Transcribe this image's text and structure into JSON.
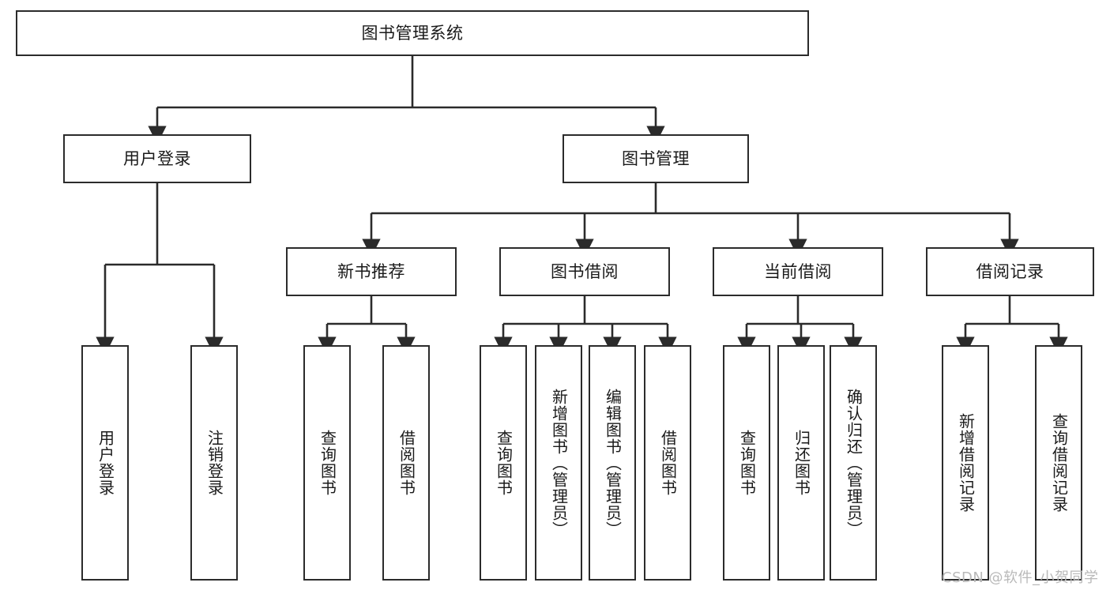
{
  "diagram": {
    "title": "图书管理系统",
    "watermark": "CSDN @软件_小贺同学",
    "stroke_color": "#2b2b2b",
    "fill_color": "#ffffff",
    "text_color": "#1a1a1a",
    "watermark_color": "#b9b9b9"
  },
  "nodes": {
    "root": {
      "label": "图书管理系统"
    },
    "level2": [
      {
        "label": "用户登录"
      },
      {
        "label": "图书管理"
      }
    ],
    "level3": [
      {
        "label": "新书推荐"
      },
      {
        "label": "图书借阅"
      },
      {
        "label": "当前借阅"
      },
      {
        "label": "借阅记录"
      }
    ],
    "leaves": {
      "user_login": [
        {
          "label": "用户登录"
        },
        {
          "label": "注销登录"
        }
      ],
      "new_book_recommend": [
        {
          "label": "查询图书"
        },
        {
          "label": "借阅图书"
        }
      ],
      "book_borrow": [
        {
          "label": "查询图书"
        },
        {
          "label": "新增图书（管理员）"
        },
        {
          "label": "编辑图书（管理员）"
        },
        {
          "label": "借阅图书"
        }
      ],
      "current_borrow": [
        {
          "label": "查询图书"
        },
        {
          "label": "归还图书"
        },
        {
          "label": "确认归还（管理员）"
        }
      ],
      "borrow_record": [
        {
          "label": "新增借阅记录"
        },
        {
          "label": "查询借阅记录"
        }
      ]
    }
  },
  "chart_data": {
    "type": "table",
    "title": "图书管理系统 功能结构图",
    "hierarchy": [
      {
        "label": "图书管理系统",
        "children": [
          {
            "label": "用户登录",
            "children": [
              {
                "label": "用户登录"
              },
              {
                "label": "注销登录"
              }
            ]
          },
          {
            "label": "图书管理",
            "children": [
              {
                "label": "新书推荐",
                "children": [
                  {
                    "label": "查询图书"
                  },
                  {
                    "label": "借阅图书"
                  }
                ]
              },
              {
                "label": "图书借阅",
                "children": [
                  {
                    "label": "查询图书"
                  },
                  {
                    "label": "新增图书（管理员）"
                  },
                  {
                    "label": "编辑图书（管理员）"
                  },
                  {
                    "label": "借阅图书"
                  }
                ]
              },
              {
                "label": "当前借阅",
                "children": [
                  {
                    "label": "查询图书"
                  },
                  {
                    "label": "归还图书"
                  },
                  {
                    "label": "确认归还（管理员）"
                  }
                ]
              },
              {
                "label": "借阅记录",
                "children": [
                  {
                    "label": "新增借阅记录"
                  },
                  {
                    "label": "查询借阅记录"
                  }
                ]
              }
            ]
          }
        ]
      }
    ]
  }
}
